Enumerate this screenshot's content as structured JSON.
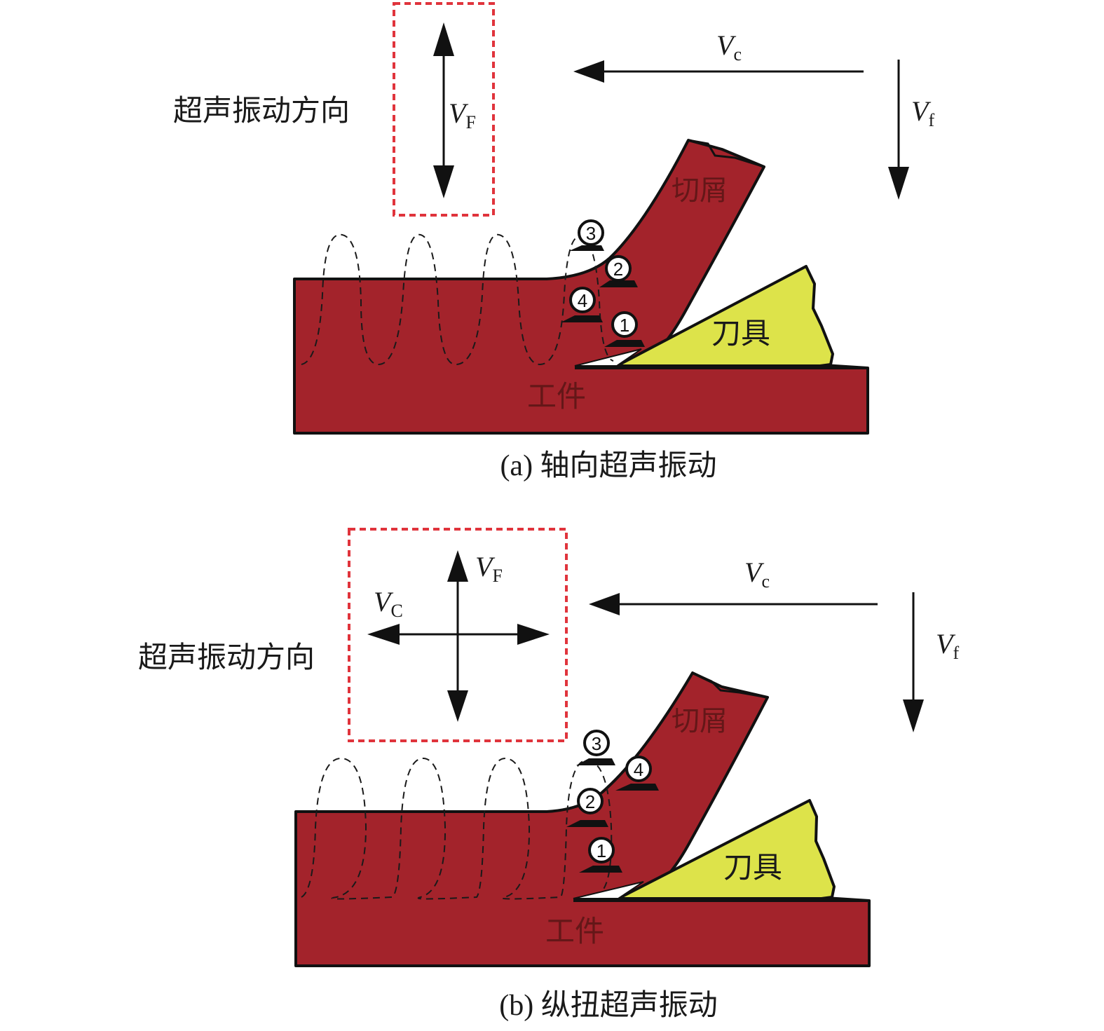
{
  "panels": [
    {
      "caption": "(a) 轴向超声振动",
      "direction_label": "超声振动方向",
      "box_arrows": {
        "vertical": "V",
        "vertical_sub": "F"
      },
      "cutting_velocity": {
        "symbol": "V",
        "sub": "c"
      },
      "feed_velocity": {
        "symbol": "V",
        "sub": "f"
      },
      "chip_label": "切屑",
      "tool_label": "刀具",
      "workpiece_label": "工件",
      "markers": [
        "3",
        "2",
        "4",
        "1"
      ]
    },
    {
      "caption": "(b) 纵扭超声振动",
      "direction_label": "超声振动方向",
      "box_arrows": {
        "vertical": "V",
        "vertical_sub": "F",
        "horizontal": "V",
        "horizontal_sub": "C"
      },
      "cutting_velocity": {
        "symbol": "V",
        "sub": "c"
      },
      "feed_velocity": {
        "symbol": "V",
        "sub": "f"
      },
      "chip_label": "切屑",
      "tool_label": "刀具",
      "workpiece_label": "工件",
      "markers": [
        "3",
        "4",
        "2",
        "1"
      ]
    }
  ],
  "colors": {
    "workpiece": "#a3232b",
    "tool": "#dde34a",
    "box_dash": "#e0343c",
    "outline": "#111111"
  },
  "icons": [
    "arrow-up-icon",
    "arrow-down-icon",
    "arrow-left-icon",
    "arrow-right-icon",
    "numbered-marker-icon"
  ]
}
